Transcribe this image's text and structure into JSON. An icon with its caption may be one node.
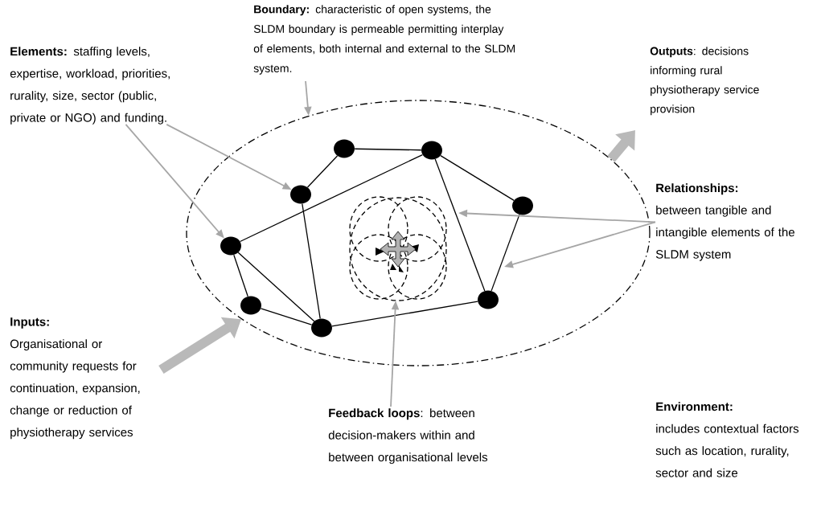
{
  "diagram": {
    "nodes": [
      {
        "text": [
          "**Boundary:** characteristic of open systems, the SLDM boundary is permeable permitting interplay of elements, both internal and external to the SLDM system."
        ]
      },
      {
        "text": [
          "**Elements:** staffing levels, expertise, workload, priorities, rurality, size, sector (public, private or NGO) and funding."
        ]
      },
      {
        "text": [
          "**Outputs**: decisions informing rural physiotherapy service provision"
        ]
      },
      {
        "text": [],
        "shape": "ellipse"
      },
      {
        "text": [],
        "shape": "circle",
        "in": 3
      },
      {
        "text": [],
        "shape": "circle",
        "in": 3
      },
      {
        "text": [],
        "shape": "circle",
        "in": 3
      },
      {
        "text": [],
        "shape": "circle",
        "in": 3
      },
      {
        "text": [],
        "shape": "circle",
        "in": 3
      },
      {
        "text": [],
        "shape": "circle",
        "in": 3
      },
      {
        "text": [],
        "shape": "circle",
        "in": 3
      },
      {
        "text": [],
        "shape": "circle",
        "in": 3
      },
      {
        "text": [],
        "shape": "picture",
        "in": 3
      },
      {
        "text": [
          "Relationships:",
          "between tangible and intangible elements of the SLDM system"
        ]
      },
      {
        "text": [
          "Inputs:",
          "Organisational or community requests for continuation, expansion, change or reduction of physiotherapy services"
        ]
      },
      {
        "text": [
          "**Feedback loops**: between decision-makers within and between organisational levels"
        ]
      }
    ],
    "edges": [
      {
        "from": 0,
        "to": 3,
        "arrow": "to",
        "color": "#a6a6a6"
      },
      {
        "from": 1,
        "to": 6,
        "arrow": "to",
        "color": "#a6a6a6"
      },
      {
        "from": 1,
        "to": 4,
        "arrow": "to",
        "color": "#a6a6a6"
      },
      {
        "from": 8,
        "to": 9,
        "arrow": "none"
      },
      {
        "from": 6,
        "to": 8,
        "arrow": "none"
      },
      {
        "from": 4,
        "to": 9,
        "arrow": "none"
      },
      {
        "from": 9,
        "to": 11,
        "arrow": "none"
      },
      {
        "from": 9,
        "to": 10,
        "arrow": "none"
      },
      {
        "from": 11,
        "to": 10,
        "arrow": "none"
      },
      {
        "from": 7,
        "to": 10,
        "arrow": "none"
      },
      {
        "from": 6,
        "to": 7,
        "arrow": "none"
      },
      {
        "from": 4,
        "to": 7,
        "arrow": "none"
      },
      {
        "from": 4,
        "to": 5,
        "arrow": "none"
      },
      {
        "from": 5,
        "to": 7,
        "arrow": "none"
      },
      {
        "from": 13,
        "to": null,
        "arrow": "to",
        "color": "#a6a6a6"
      },
      {
        "from": 13,
        "to": null,
        "arrow": "to",
        "color": "#a6a6a6"
      },
      {
        "from": 15,
        "to": 12,
        "arrow": "to",
        "color": "#a6a6a6"
      },
      {
        "from": 14,
        "to": 3,
        "arrow": "to",
        "style": "thick",
        "color": "#b9b9b9"
      },
      {
        "from": 3,
        "to": null,
        "arrow": "to",
        "style": "thick",
        "color": "#b9b9b9"
      }
    ],
    "labels": [
      "Environment:",
      "includes contextual factors such as location, rurality, sector and size"
    ]
  }
}
